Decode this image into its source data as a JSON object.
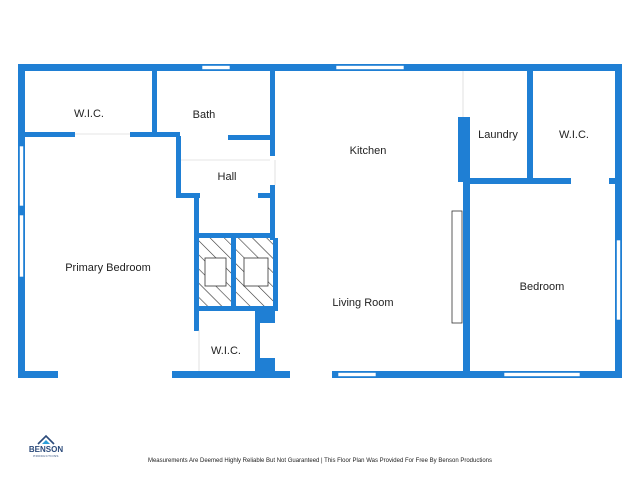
{
  "rooms": {
    "wic_top_left": "W.I.C.",
    "bath": "Bath",
    "hall": "Hall",
    "primary_bedroom": "Primary Bedroom",
    "wic_bottom": "W.I.C.",
    "kitchen": "Kitchen",
    "living_room": "Living Room",
    "laundry": "Laundry",
    "wic_right": "W.I.C.",
    "bedroom": "Bedroom"
  },
  "footer": {
    "note": "Measurements Are Deemed Highly Reliable But Not Guaranteed | This Floor Plan Was Provided For Free By Benson Productions"
  },
  "logo": {
    "name": "BENSON",
    "subtitle": "PRODUCTIONS",
    "icon": "house-icon"
  },
  "colors": {
    "wall": "#1f7fd4",
    "window": "#ffffff",
    "hatch": "#333333"
  }
}
